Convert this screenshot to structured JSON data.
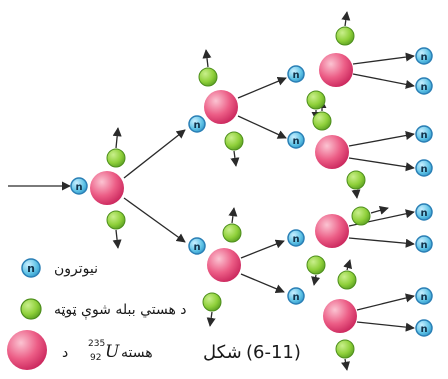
{
  "diagram": {
    "neutron_symbol": "n",
    "legend": {
      "neutron_label": "نیوترون",
      "fragment_label": "د هستي ببله شوې ټوټه",
      "nucleus_label_prefix": "د",
      "nucleus_mass_number": "235",
      "nucleus_atomic_number": "92",
      "nucleus_symbol": "U",
      "nucleus_label_suffix": "هسته"
    },
    "caption": {
      "word": "شکل",
      "number": "(6-11)"
    }
  },
  "colors": {
    "background": "#ffffff",
    "neutron_fill": "#5fc3e6",
    "neutron_stroke": "#2a7fb5",
    "fragment_fill": "#8fd03a",
    "fragment_stroke": "#4e8f1d",
    "nucleus_light": "#fbc4d2",
    "nucleus_mid": "#ec5d86",
    "nucleus_dark": "#c8235a",
    "arrow": "#2a2a2a"
  }
}
